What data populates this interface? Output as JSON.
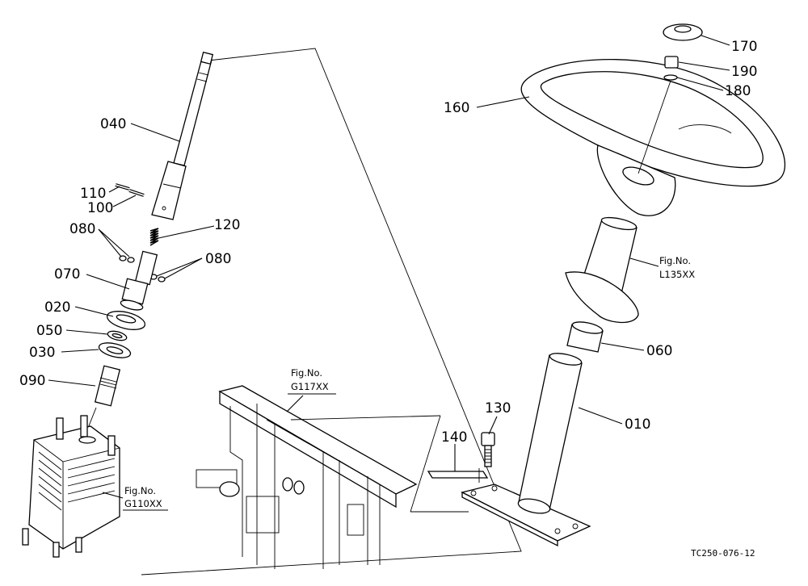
{
  "diagram": {
    "parts": [
      {
        "id": "040",
        "label": "040"
      },
      {
        "id": "110",
        "label": "110"
      },
      {
        "id": "100",
        "label": "100"
      },
      {
        "id": "120",
        "label": "120"
      },
      {
        "id": "080a",
        "label": "080"
      },
      {
        "id": "080b",
        "label": "080"
      },
      {
        "id": "070",
        "label": "070"
      },
      {
        "id": "020",
        "label": "020"
      },
      {
        "id": "050",
        "label": "050"
      },
      {
        "id": "030",
        "label": "030"
      },
      {
        "id": "090",
        "label": "090"
      },
      {
        "id": "160",
        "label": "160"
      },
      {
        "id": "170",
        "label": "170"
      },
      {
        "id": "190",
        "label": "190"
      },
      {
        "id": "180",
        "label": "180"
      },
      {
        "id": "060",
        "label": "060"
      },
      {
        "id": "010",
        "label": "010"
      },
      {
        "id": "130",
        "label": "130"
      },
      {
        "id": "140",
        "label": "140"
      }
    ],
    "figure_refs": [
      {
        "line1": "Fig.No.",
        "line2": "G110XX"
      },
      {
        "line1": "Fig.No.",
        "line2": "G117XX"
      },
      {
        "line1": "Fig.No.",
        "line2": "L135XX"
      }
    ],
    "drawing_code": "TC250-076-12"
  }
}
